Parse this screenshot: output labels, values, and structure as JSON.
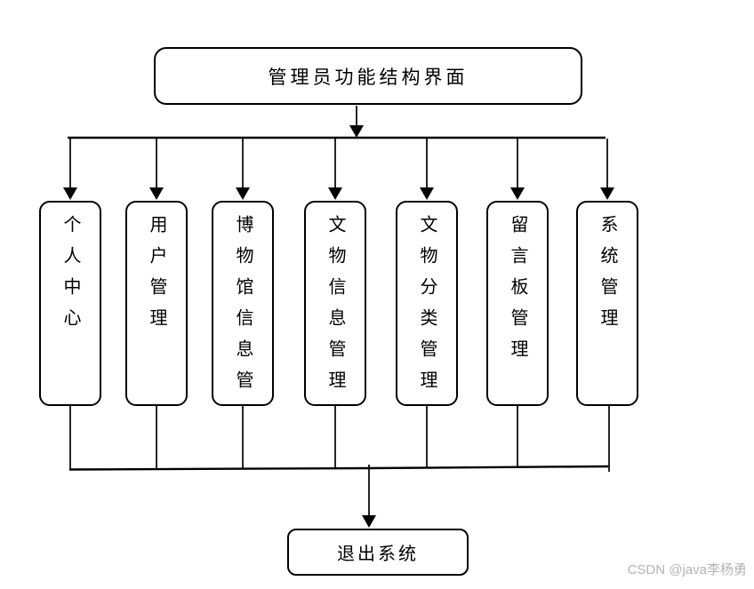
{
  "diagram": {
    "root": {
      "label": "管理员功能结构界面"
    },
    "children": [
      {
        "label": "个人中心"
      },
      {
        "label": "用户管理"
      },
      {
        "label": "博物馆信息管"
      },
      {
        "label": "文物信息管理"
      },
      {
        "label": "文物分类管理"
      },
      {
        "label": "留言板管理"
      },
      {
        "label": "系统管理"
      }
    ],
    "exit": {
      "label": "退出系统"
    }
  },
  "watermark": {
    "text": "CSDN @java李杨勇"
  },
  "colors": {
    "background": "#ffffff",
    "line": "#000000",
    "node_border": "#000000",
    "node_fill": "#ffffff",
    "text": "#000000",
    "watermark": "#b3b3b3"
  }
}
